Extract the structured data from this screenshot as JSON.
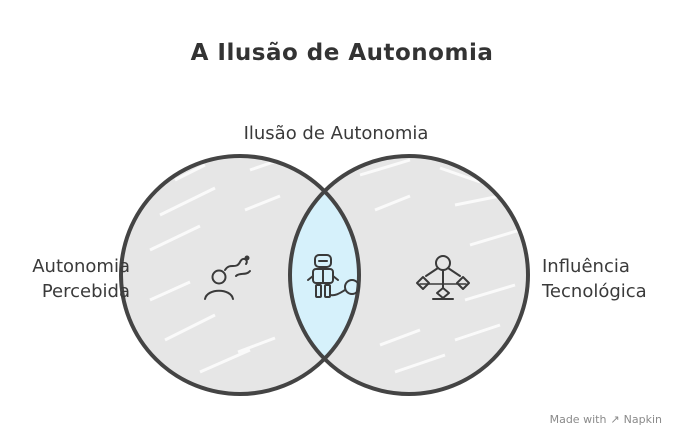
{
  "title": "A Ilusão de Autonomia",
  "sets": {
    "top_label": "Ilusão de Autonomia",
    "left_label_line1": "Autonomia",
    "left_label_line2": "Percebida",
    "right_label_line1": "Influência",
    "right_label_line2": "Tecnológica"
  },
  "icons": {
    "left": "person-with-thought-icon",
    "center": "robot-with-chain-icon",
    "right": "hierarchy-network-icon"
  },
  "colors": {
    "circle_fill": "#e6e6e6",
    "intersection_fill": "#d6f1fb",
    "outline": "#444444",
    "text": "#333333"
  },
  "watermark": {
    "made_with": "Made with",
    "brand": "Napkin"
  }
}
